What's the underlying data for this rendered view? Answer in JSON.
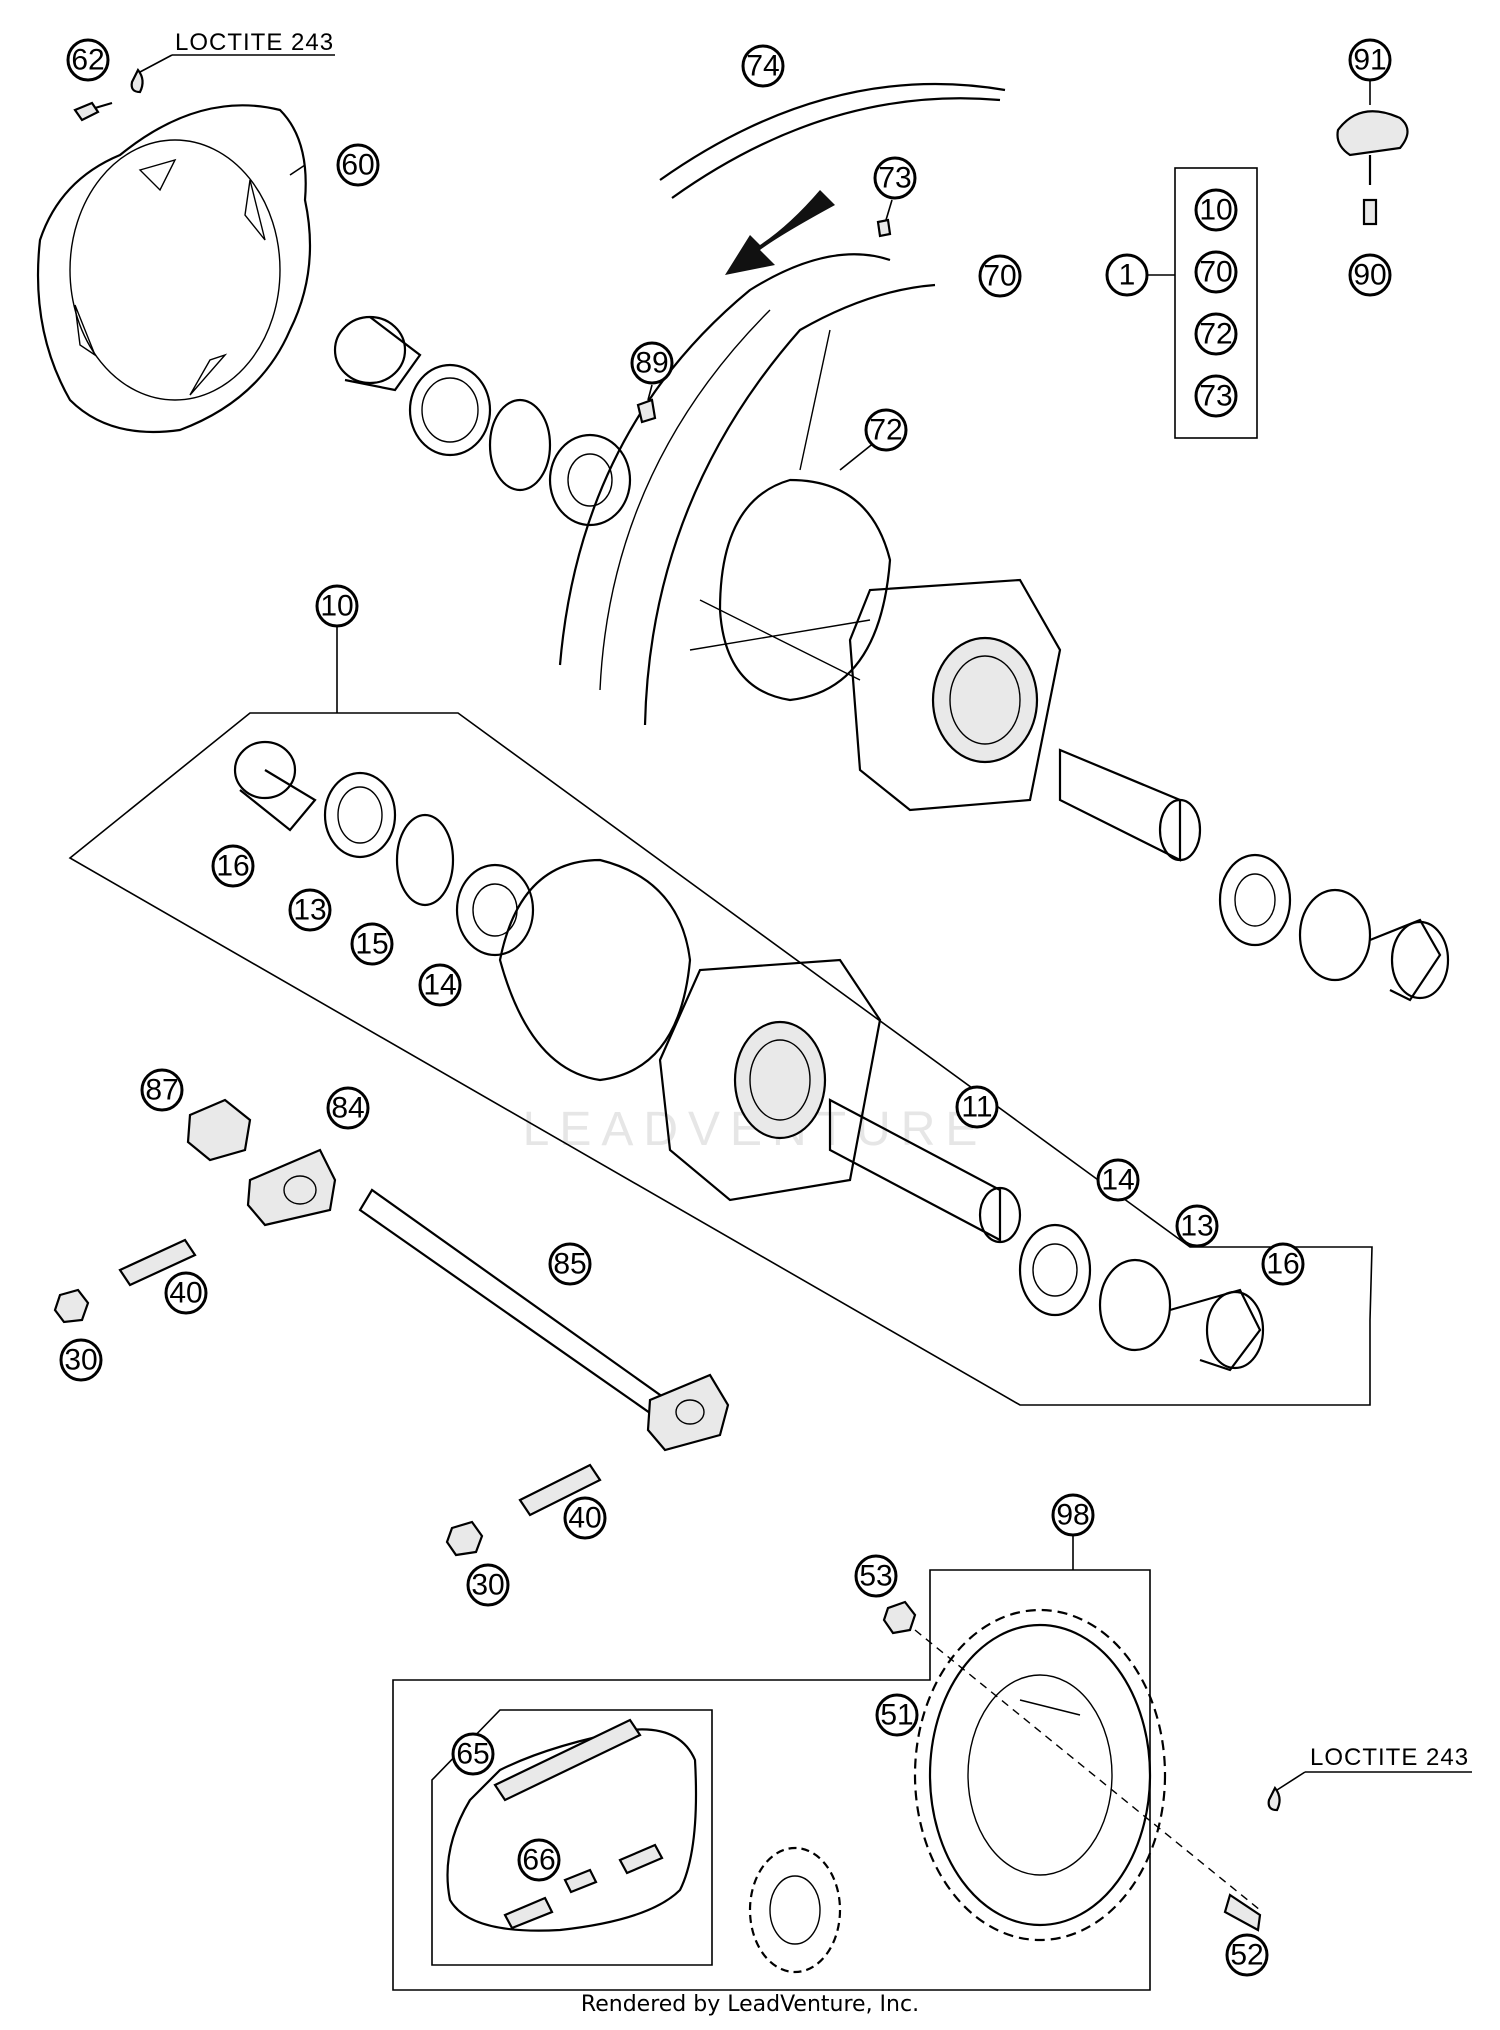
{
  "notes": {
    "loctite_top": "LOCTITE 243",
    "loctite_bottom": "LOCTITE 243"
  },
  "watermark": "LEADVENTURE",
  "footer": "Rendered by LeadVenture, Inc.",
  "callouts": {
    "c62": "62",
    "c60": "60",
    "c74": "74",
    "c73a": "73",
    "c70a": "70",
    "c89": "89",
    "c72a": "72",
    "c91": "91",
    "c90": "90",
    "c1": "1",
    "c10kit": "10",
    "c70kit": "70",
    "c72kit": "72",
    "c73kit": "73",
    "c10": "10",
    "c16a": "16",
    "c13a": "13",
    "c15": "15",
    "c14a": "14",
    "c11": "11",
    "c14b": "14",
    "c13b": "13",
    "c16b": "16",
    "c87": "87",
    "c84": "84",
    "c40a": "40",
    "c30a": "30",
    "c85": "85",
    "c40b": "40",
    "c30b": "30",
    "c98": "98",
    "c53": "53",
    "c51": "51",
    "c52": "52",
    "c65": "65",
    "c66": "66"
  }
}
